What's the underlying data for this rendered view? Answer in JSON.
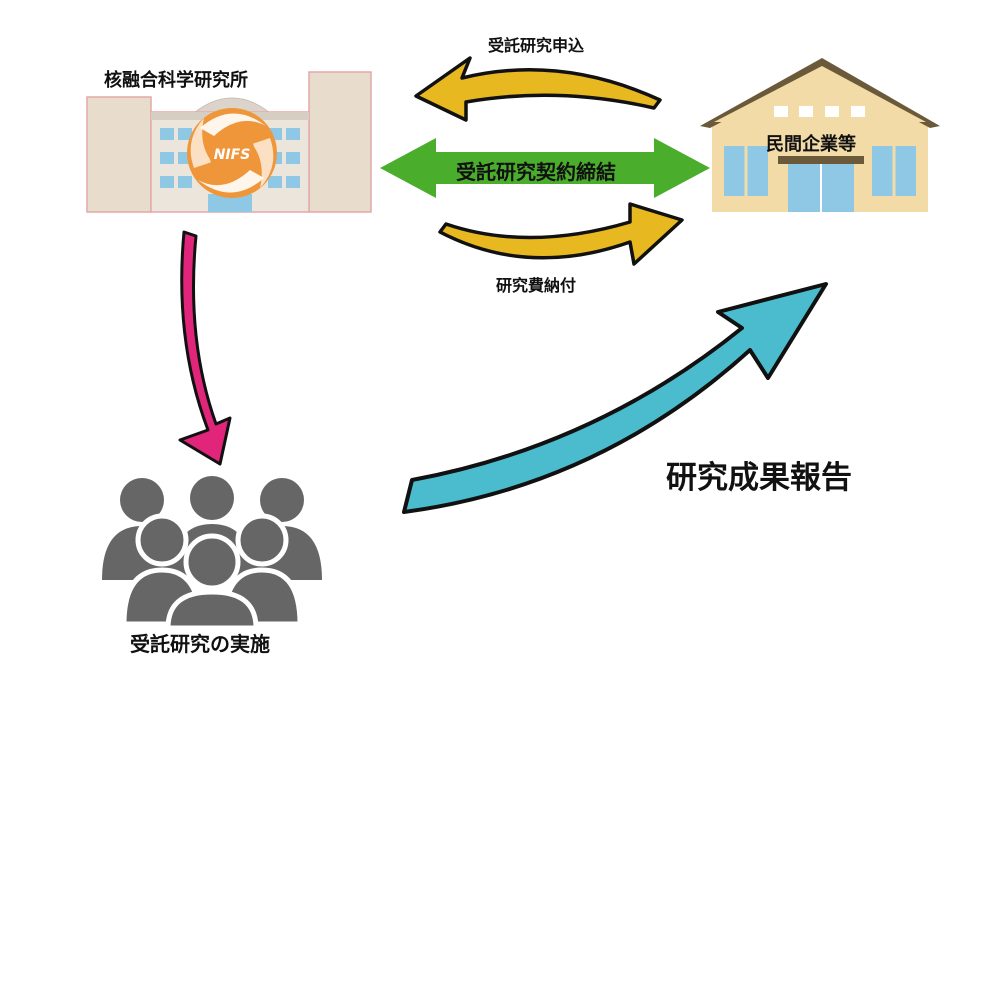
{
  "nodes": {
    "institute_label": "核融合科学研究所",
    "institute_logo": "NIFS",
    "company_label": "民間企業等",
    "researchers_label": "受託研究の実施"
  },
  "flows": {
    "application": "受託研究申込",
    "contract": "受託研究契約締結",
    "payment": "研究費納付",
    "report": "研究成果報告"
  },
  "colors": {
    "yellow_arrow": "#e8b820",
    "green_arrow": "#4aae2c",
    "pink_arrow": "#e0257a",
    "cyan_arrow": "#4bbccd",
    "people": "#666666",
    "nifs_orange": "#f0963a",
    "house_wall": "#f3dba8",
    "house_roof": "#6b5a3a",
    "window_blue": "#8fc8e4",
    "building_beige": "#e8dccd"
  },
  "icons": {
    "institute": "research-institute-building-icon",
    "company": "company-house-icon",
    "researchers": "people-group-icon"
  }
}
